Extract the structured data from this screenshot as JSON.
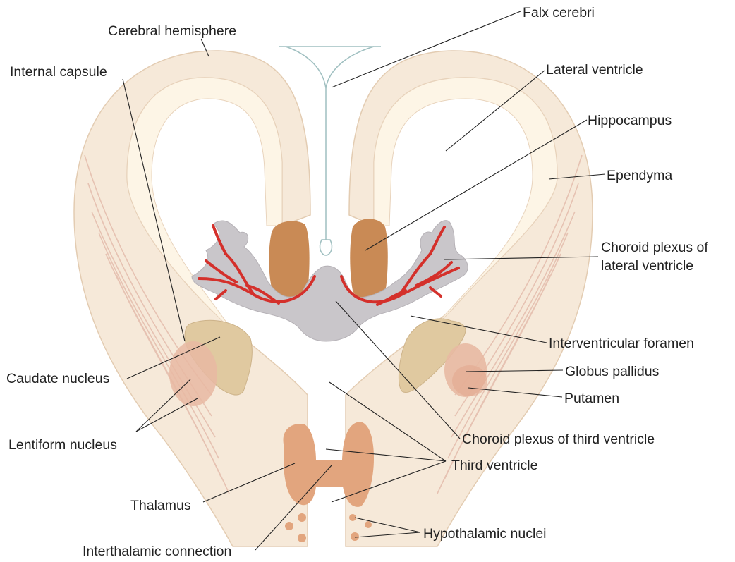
{
  "labels": {
    "falx_cerebri": "Falx cerebri",
    "cerebral_hemisphere": "Cerebral hemisphere",
    "internal_capsule": "Internal capsule",
    "lateral_ventricle": "Lateral ventricle",
    "hippocampus": "Hippocampus",
    "ependyma": "Ependyma",
    "choroid_plexus_lateral_line1": "Choroid plexus of",
    "choroid_plexus_lateral_line2": "lateral ventricle",
    "interventricular_foramen": "Interventricular foramen",
    "globus_pallidus": "Globus pallidus",
    "putamen": "Putamen",
    "caudate_nucleus": "Caudate nucleus",
    "lentiform_nucleus": "Lentiform nucleus",
    "choroid_plexus_third": "Choroid plexus of third ventricle",
    "third_ventricle": "Third ventricle",
    "thalamus": "Thalamus",
    "hypothalamic_nuclei": "Hypothalamic nuclei",
    "interthalamic_connection": "Interthalamic connection"
  },
  "colors": {
    "hemisphere_fill": "#f6e9d9",
    "ventricle_fill": "#fdf5e6",
    "hippocampus": "#c98a55",
    "choroid_gray": "#c9c6ca",
    "choroid_red": "#d4302b",
    "caudate": "#e0c9a0",
    "lentiform": "#e8b9a2",
    "thalamus": "#e2a57e",
    "fibers": "#e6c2b2",
    "falx": "#9fbfc0"
  }
}
